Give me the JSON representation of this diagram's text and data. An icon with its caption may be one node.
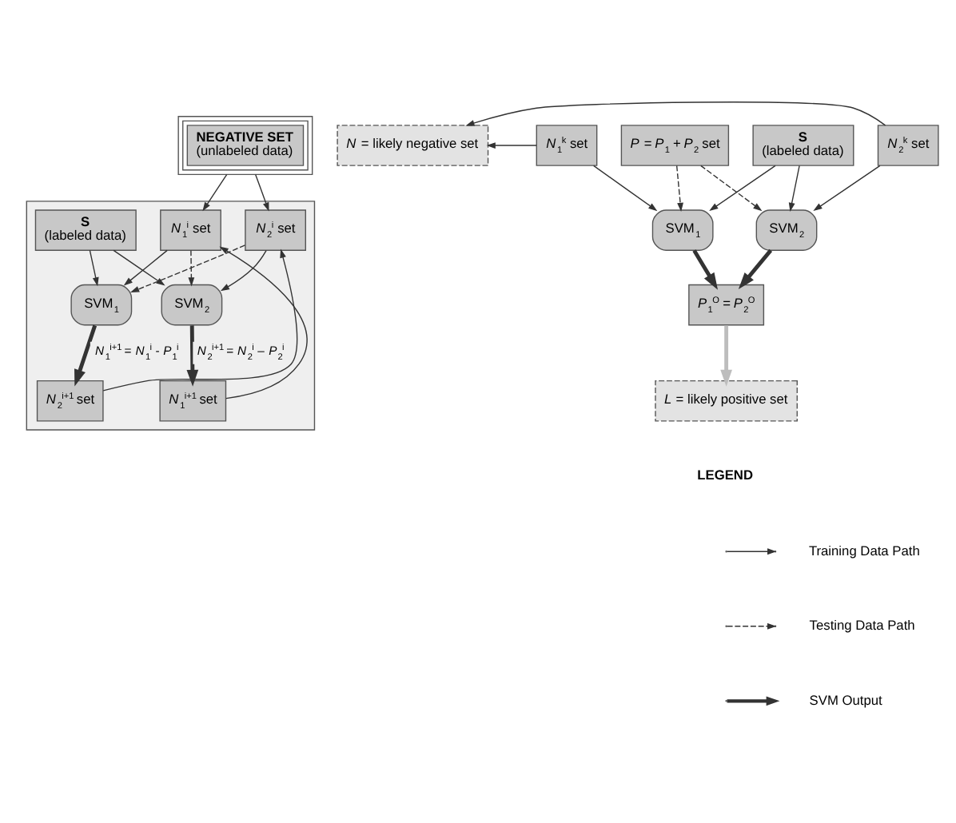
{
  "diagram": {
    "nodes": [
      {
        "text": [
          "NEGATIVE SET",
          "(unlabeled data)"
        ]
      },
      {
        "text": [],
        "shape": "box"
      },
      {
        "text": [
          "*N*$_{1}$$^{i}$ set"
        ],
        "in": 1
      },
      {
        "text": [
          "*N*$_{2}$$^{i}$ set"
        ],
        "in": 1
      },
      {
        "text": [
          "S",
          "(labeled data)"
        ],
        "in": 1
      },
      {
        "text": [
          "SVM$_{1}$"
        ],
        "in": 1
      },
      {
        "text": [
          "SVM$_{2}$"
        ],
        "in": 1
      },
      {
        "text": [
          "*N*$_{2}$$^{i+1}$ set"
        ],
        "in": 1
      },
      {
        "text": [
          "*N*$_{1}$$^{i+1}$ set"
        ],
        "in": 1
      },
      {
        "text": [
          "*N* = likely negative set"
        ]
      },
      {
        "text": [
          "S",
          "(labeled data)"
        ]
      },
      {
        "text": [
          "*N*$_{1}$$^{k}$ set"
        ]
      },
      {
        "text": [
          "*N*$_{2}$$^{k}$ set"
        ]
      },
      {
        "text": [
          "SVM$_{1}$"
        ]
      },
      {
        "text": [
          "SVM$_{2}$"
        ]
      },
      {
        "text": [
          "*P* = *P*$_{1}$ + *P*$_{2}$ set"
        ]
      },
      {
        "text": [
          "*P*$_{1}$$^{O}$ = *P*$_{2}$$^{O}$"
        ]
      },
      {
        "text": [
          "*L* = likely positive set"
        ]
      }
    ],
    "edges": [
      {
        "from": 0,
        "to": 2,
        "arrow": "to"
      },
      {
        "from": 0,
        "to": 3,
        "arrow": "to"
      },
      {
        "from": 2,
        "to": 5,
        "arrow": "to"
      },
      {
        "from": 4,
        "to": 5,
        "arrow": "to"
      },
      {
        "from": 4,
        "to": 6,
        "arrow": "to"
      },
      {
        "from": 3,
        "to": 6,
        "arrow": "to"
      },
      {
        "from": 2,
        "to": 6,
        "arrow": "to",
        "style": "dashed"
      },
      {
        "from": 3,
        "to": 5,
        "arrow": "to",
        "style": "dashed"
      },
      {
        "from": 5,
        "to": 7,
        "arrow": "to",
        "style": "thick",
        "label": "*N*$_{1}$$^{i+1}$ = *N*$_{1}$$^{i}$ - *P*$_{1}$$^{i}$"
      },
      {
        "from": 6,
        "to": 8,
        "arrow": "to",
        "style": "thick",
        "label": "*N*$_{2}$$^{i+1}$ = *N*$_{2}$$^{i}$ – *P*$_{2}$$^{i}$"
      },
      {
        "from": 7,
        "to": 3,
        "arrow": "to"
      },
      {
        "from": 8,
        "to": 2,
        "arrow": "to"
      },
      {
        "from": 11,
        "to": 9,
        "arrow": "to"
      },
      {
        "from": 12,
        "to": 9,
        "arrow": "to"
      },
      {
        "from": 10,
        "to": 13,
        "arrow": "to"
      },
      {
        "from": 10,
        "to": 14,
        "arrow": "to"
      },
      {
        "from": 11,
        "to": 13,
        "arrow": "to"
      },
      {
        "from": 12,
        "to": 14,
        "arrow": "to"
      },
      {
        "from": 15,
        "to": 13,
        "arrow": "to",
        "style": "dashed"
      },
      {
        "from": 15,
        "to": 14,
        "arrow": "to",
        "style": "dashed"
      },
      {
        "from": 13,
        "to": 16,
        "arrow": "to",
        "style": "thick"
      },
      {
        "from": 14,
        "to": 16,
        "arrow": "to",
        "style": "thick"
      },
      {
        "from": 16,
        "to": 17,
        "arrow": "to",
        "style": "thick",
        "color": "#bdbdbd"
      }
    ],
    "labels": [
      "LEGEND"
    ],
    "legend": [
      {
        "text": "Training Data Path"
      },
      {
        "text": "Testing Data Path"
      },
      {
        "text": "SVM Output"
      }
    ]
  }
}
